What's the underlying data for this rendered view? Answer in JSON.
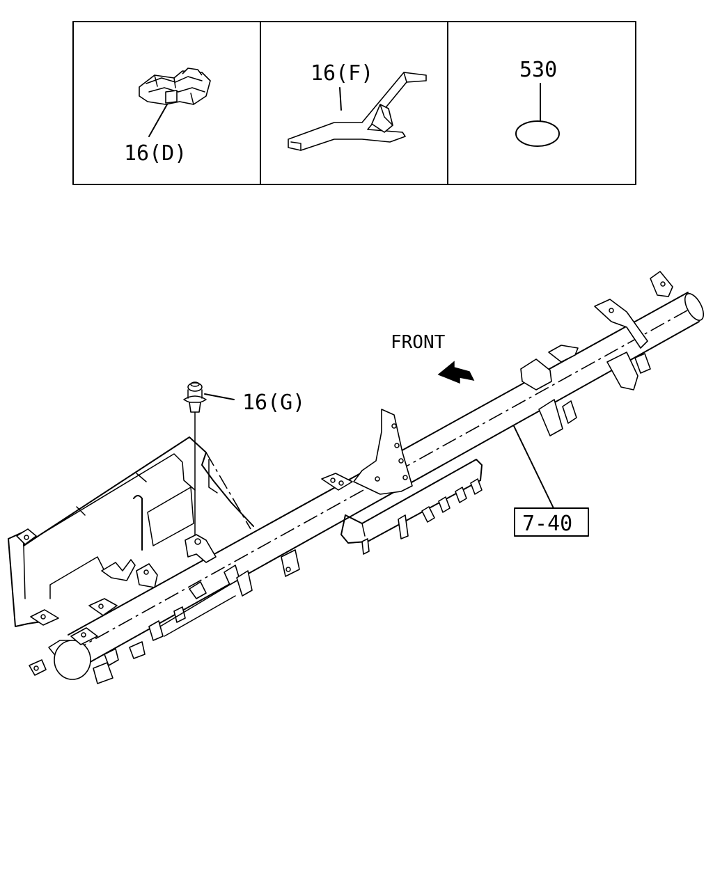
{
  "panels": [
    {
      "label": "16(D)"
    },
    {
      "label": "16(F)"
    },
    {
      "label": "530"
    }
  ],
  "main": {
    "front_label": "FRONT",
    "clip_label": "16(G)",
    "frame_label": "7-40"
  }
}
